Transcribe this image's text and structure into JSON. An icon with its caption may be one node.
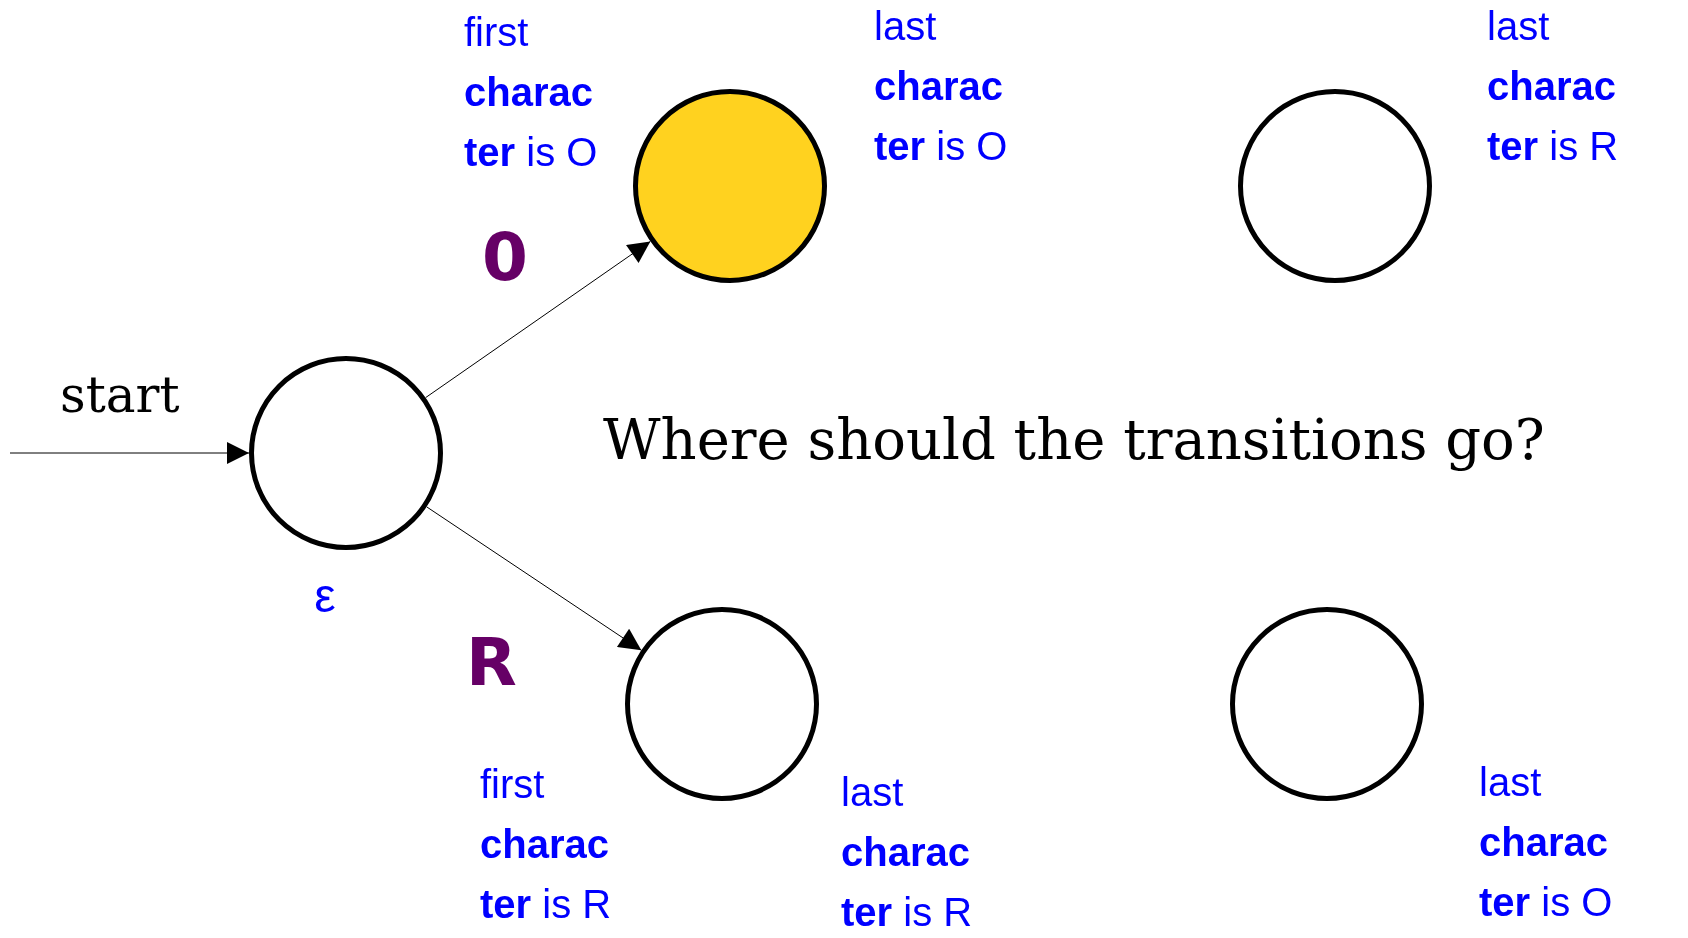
{
  "diagram": {
    "nodes": [
      {
        "text": [],
        "shape": "circle",
        "beside": [
          "ε"
        ]
      },
      {
        "text": [],
        "shape": "circle",
        "beside": [
          "first **charac ter** is O",
          "last **charac ter** is O"
        ]
      },
      {
        "text": [],
        "shape": "circle",
        "beside": [
          "last **charac ter** is R"
        ]
      },
      {
        "text": [],
        "shape": "circle",
        "beside": [
          "first **charac ter** is R",
          "last **charac ter** is R"
        ]
      },
      {
        "text": [],
        "shape": "circle",
        "beside": [
          "last **charac ter** is O"
        ]
      }
    ],
    "edges": [
      {
        "from": null,
        "to": 0,
        "arrow": "to",
        "label": "start"
      },
      {
        "from": 0,
        "to": 1,
        "arrow": "to",
        "label": "0"
      },
      {
        "from": 0,
        "to": 3,
        "arrow": "to",
        "label": "R"
      }
    ],
    "labels": [
      "Where should the transitions go?"
    ]
  }
}
